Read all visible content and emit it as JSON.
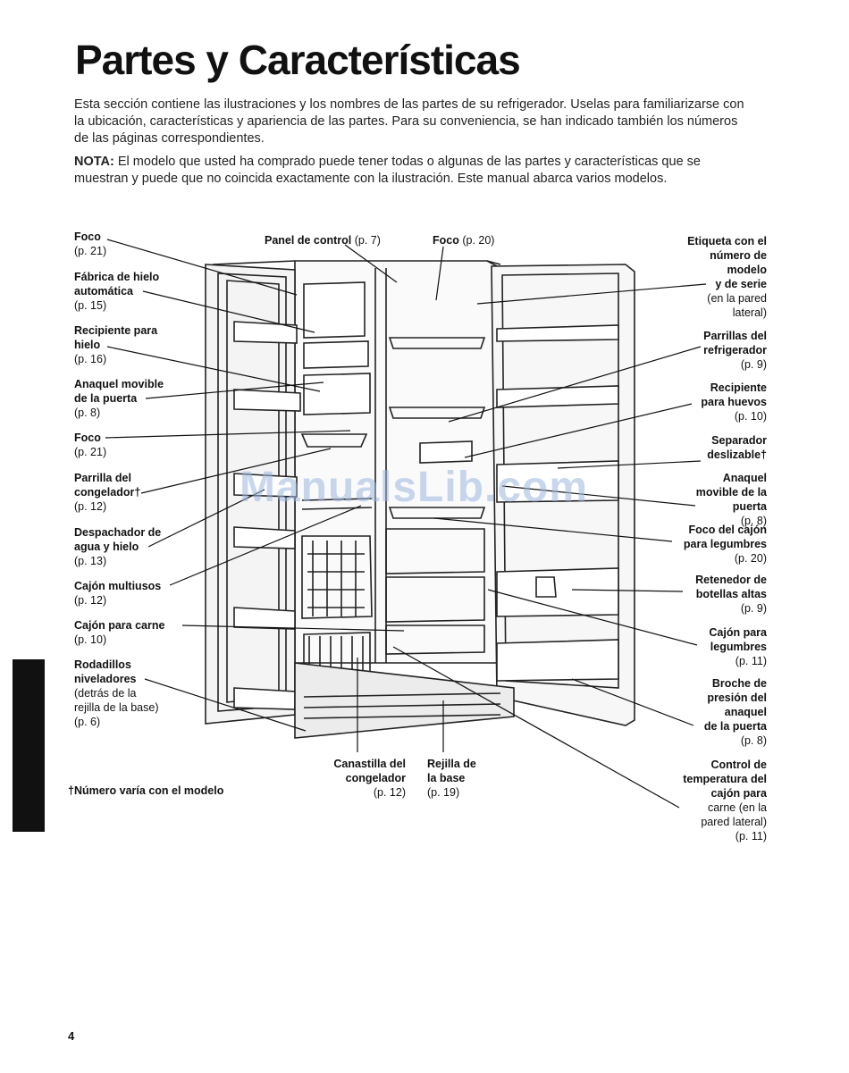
{
  "title": "Partes y Características",
  "intro": "Esta sección contiene las ilustraciones y los nombres de las partes de su refrigerador. Uselas para familiarizarse con la ubicación, características y apariencia de las partes. Para su conveniencia, se han indicado también los números de las páginas correspondientes.",
  "note": {
    "label": "NOTA:",
    "text": "El modelo que usted ha comprado puede tener todas o algunas de las partes y características que se muestran y puede que no coincida exactamente con la ilustración. Este manual abarca varios modelos."
  },
  "left_labels": [
    {
      "name": "Foco",
      "page": "(p. 21)"
    },
    {
      "name": "Fábrica de hielo\nautomática",
      "page": "(p. 15)"
    },
    {
      "name": "Recipiente para\nhielo",
      "page": "(p. 16)"
    },
    {
      "name": "Anaquel movible\nde la puerta",
      "page": "(p. 8)"
    },
    {
      "name": "Foco",
      "page": "(p. 21)"
    },
    {
      "name": "Parrilla del\ncongelador†",
      "page": "(p. 12)"
    },
    {
      "name": "Despachador de\nagua y hielo",
      "page": "(p. 13)"
    },
    {
      "name": "Cajón multiusos",
      "page": "(p. 12)"
    },
    {
      "name": "Cajón para carne",
      "page": "(p. 10)"
    },
    {
      "name": "Rodadillos\nniveladores",
      "page": "(detrás de la\nrejilla de la base)\n(p. 6)"
    }
  ],
  "top_labels": [
    {
      "name": "Panel de control",
      "page": "(p. 7)"
    },
    {
      "name": "Foco",
      "page": "(p. 20)"
    }
  ],
  "right_labels": [
    {
      "name": "Etiqueta con el\nnúmero de\nmodelo\ny de serie",
      "page": "(en la pared\nlateral)"
    },
    {
      "name": "Parrillas del\nrefrigerador",
      "page": "(p. 9)"
    },
    {
      "name": "Recipiente\npara huevos",
      "page": "(p. 10)"
    },
    {
      "name": "Separador\ndeslizable†",
      "page": ""
    },
    {
      "name": "Anaquel\nmovible de la\npuerta",
      "page": "(p. 8)"
    },
    {
      "name": "Foco del cajón\npara legumbres",
      "page": "(p. 20)"
    },
    {
      "name": "Retenedor de\nbotellas altas",
      "page": "(p. 9)"
    },
    {
      "name": "Cajón para\nlegumbres",
      "page": "(p. 11)"
    },
    {
      "name": "Broche de\npresión del\nanaquel\nde la puerta",
      "page": "(p. 8)"
    },
    {
      "name": "Control de\ntemperatura del\ncajón para",
      "page": "carne (en la\npared lateral)\n(p. 11)"
    }
  ],
  "bottom_labels": [
    {
      "name": "Canastilla del\ncongelador",
      "page": "(p. 12)"
    },
    {
      "name": "Rejilla de\nla base",
      "page": "(p. 19)"
    }
  ],
  "footnote": "†Número varía con el modelo",
  "page_number": "4",
  "watermark": "ManualsLib.com"
}
